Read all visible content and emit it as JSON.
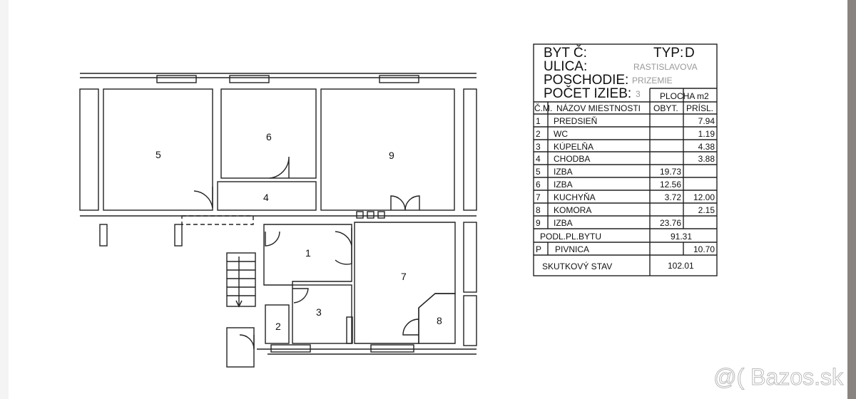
{
  "floorplan": {
    "rooms": [
      "5",
      "6",
      "9",
      "4",
      "1",
      "7",
      "3",
      "2",
      "8"
    ]
  },
  "table": {
    "byt_label": "BYT Č:",
    "typ_label": "TYP:",
    "typ_value": "D",
    "ulica_label": "ULICA:",
    "ulica_value": "RASTISLAVOVA",
    "poschodie_label": "POSCHODIE:",
    "poschodie_value": "PRIZEMIE",
    "pocet_label": "POČET IZIEB:",
    "pocet_value": "3",
    "plocha_label": "PLOCHA m2",
    "col_cm": "Č.M.",
    "col_nazov": "NÁZOV MIESTNOSTI",
    "col_obyt": "OBYT.",
    "col_prisl": "PRÍSL.",
    "rows": [
      {
        "cm": "1",
        "nazov": "PREDSIEŇ",
        "obyt": "",
        "prisl": "7.94"
      },
      {
        "cm": "2",
        "nazov": "WC",
        "obyt": "",
        "prisl": "1.19"
      },
      {
        "cm": "3",
        "nazov": "KÚPELŇA",
        "obyt": "",
        "prisl": "4.38"
      },
      {
        "cm": "4",
        "nazov": "CHODBA",
        "obyt": "",
        "prisl": "3.88"
      },
      {
        "cm": "5",
        "nazov": "IZBA",
        "obyt": "19.73",
        "prisl": ""
      },
      {
        "cm": "6",
        "nazov": "IZBA",
        "obyt": "12.56",
        "prisl": ""
      },
      {
        "cm": "7",
        "nazov": "KUCHYŇA",
        "obyt": "3.72",
        "prisl": "12.00"
      },
      {
        "cm": "8",
        "nazov": "KOMORA",
        "obyt": "",
        "prisl": "2.15"
      },
      {
        "cm": "9",
        "nazov": "IZBA",
        "obyt": "23.76",
        "prisl": ""
      }
    ],
    "podl_label": "PODL.PL.BYTU",
    "podl_value": "91.31",
    "pivnica_cm": "P",
    "pivnica_label": "PIVNICA",
    "pivnica_value": "10.70",
    "skutkovy_label": "SKUTKOVÝ STAV",
    "skutkovy_value": "102.01"
  },
  "watermark": "@( Bazos.sk"
}
